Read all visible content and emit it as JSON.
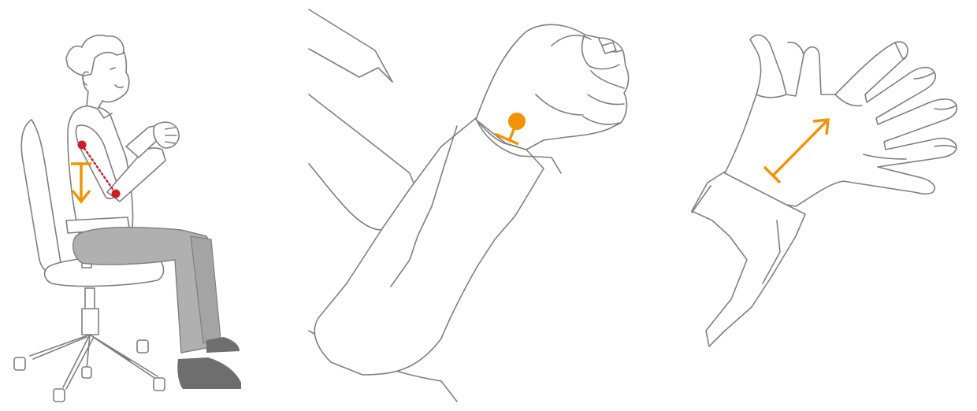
{
  "colors": {
    "accent": "#f39200",
    "marker": "#cc1d2a",
    "outline": "#7f7f7f",
    "trousers": "#b0b0b0",
    "shoes": "#6e6e6e"
  },
  "panels": [
    {
      "id": "seated-person",
      "icons": [
        "elbow-point-icon",
        "shoulder-point-icon",
        "arm-length-indicator-icon",
        "down-arrow-icon"
      ]
    },
    {
      "id": "fist-wrist",
      "icons": [
        "wrist-point-icon"
      ]
    },
    {
      "id": "open-hand",
      "icons": [
        "hand-span-arrow-icon"
      ]
    }
  ]
}
